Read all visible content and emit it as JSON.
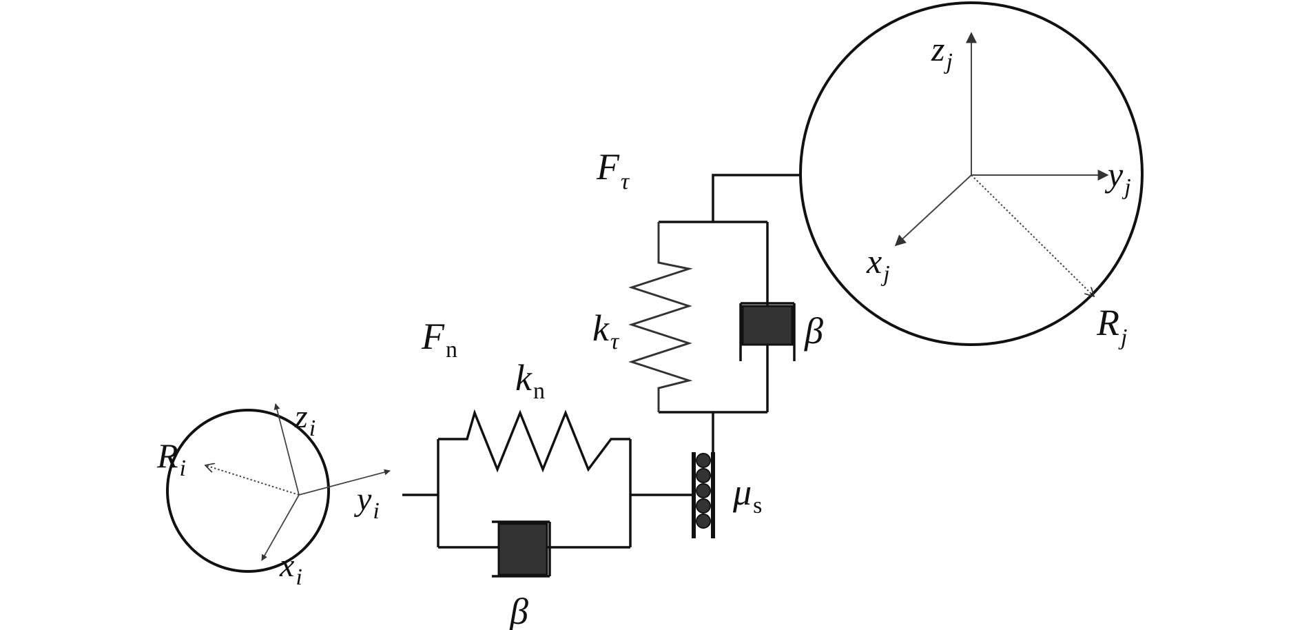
{
  "diagram": {
    "colors": {
      "line": "#111111",
      "fill": "#333333",
      "background": "#ffffff"
    },
    "particle_i": {
      "radius_label": {
        "main": "R",
        "sub": "i"
      },
      "axes": [
        {
          "main": "x",
          "sub": "i"
        },
        {
          "main": "y",
          "sub": "i"
        },
        {
          "main": "z",
          "sub": "i"
        }
      ]
    },
    "particle_j": {
      "radius_label": {
        "main": "R",
        "sub": "j"
      },
      "axes": [
        {
          "main": "x",
          "sub": "j"
        },
        {
          "main": "y",
          "sub": "j"
        },
        {
          "main": "z",
          "sub": "j"
        }
      ]
    },
    "normal": {
      "force_label": {
        "main": "F",
        "sub": "n"
      },
      "spring_label": {
        "main": "k",
        "sub": "n"
      },
      "damper_label": "β"
    },
    "tangential": {
      "force_label": {
        "main": "F",
        "sub": "τ"
      },
      "spring_label": {
        "main": "k",
        "sub": "τ"
      },
      "damper_label": "β"
    },
    "friction_label": {
      "main": "μ",
      "sub": "s"
    }
  }
}
